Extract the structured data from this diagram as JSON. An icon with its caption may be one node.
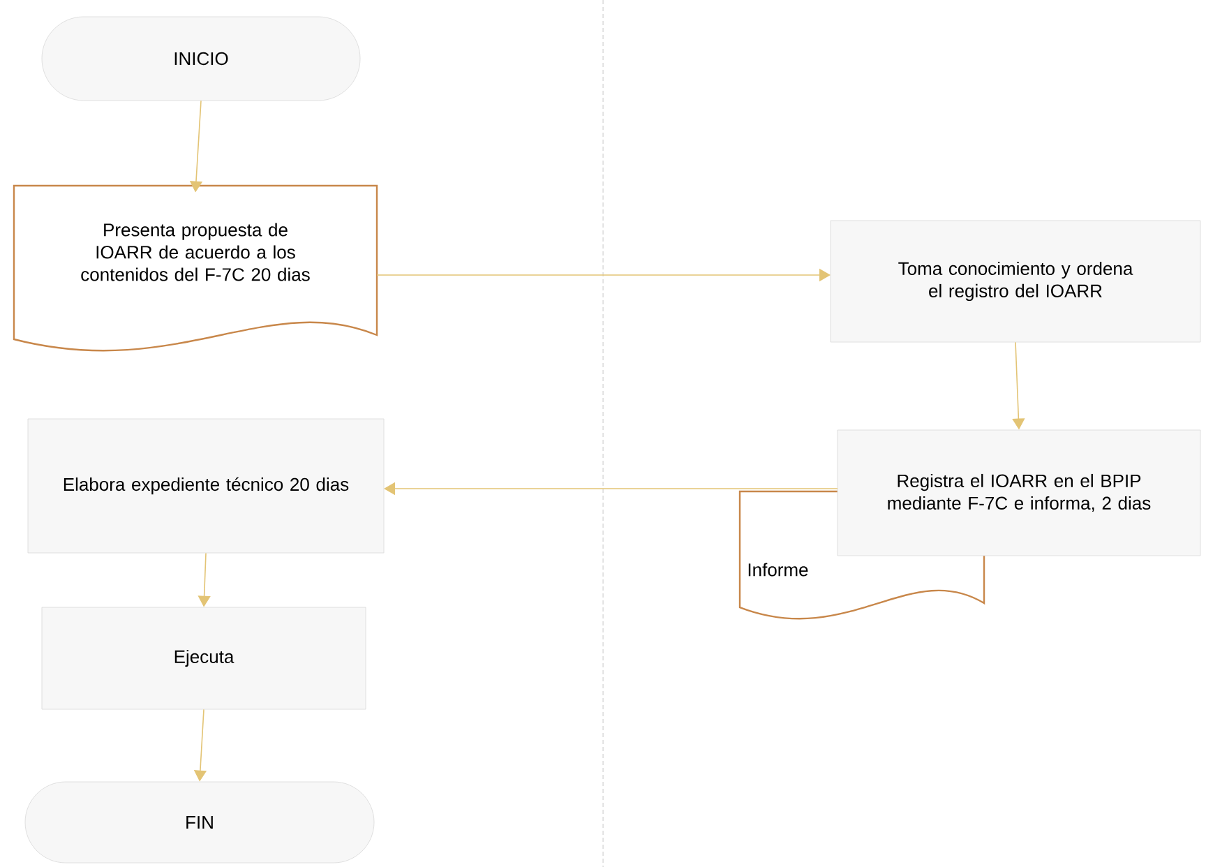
{
  "diagram": {
    "nodes": [
      {
        "text": [
          "INICIO"
        ]
      },
      {
        "text": [
          "Presenta propuesta de IOARR de acuerdo a los contenidos del F-7C 20 dias"
        ]
      },
      {
        "text": [
          "Toma conocimiento y ordena el registro del IOARR"
        ]
      },
      {
        "text": [
          "Registra el IOARR en el BPIP mediante F-7C e informa, 2 dias"
        ]
      },
      {
        "text": [
          "Informe"
        ]
      },
      {
        "text": [
          "Elabora expediente técnico 20 dias"
        ]
      },
      {
        "text": [
          "Ejecuta"
        ]
      },
      {
        "text": [
          "FIN"
        ]
      }
    ],
    "edges": [
      {
        "from": 0,
        "to": 1,
        "arrow": "to"
      },
      {
        "from": 1,
        "to": 2,
        "arrow": "to"
      },
      {
        "from": 2,
        "to": 3,
        "arrow": "to"
      },
      {
        "from": 3,
        "to": 5,
        "arrow": "to"
      },
      {
        "from": 5,
        "to": 6,
        "arrow": "to"
      },
      {
        "from": 6,
        "to": 7,
        "arrow": "to"
      }
    ]
  }
}
